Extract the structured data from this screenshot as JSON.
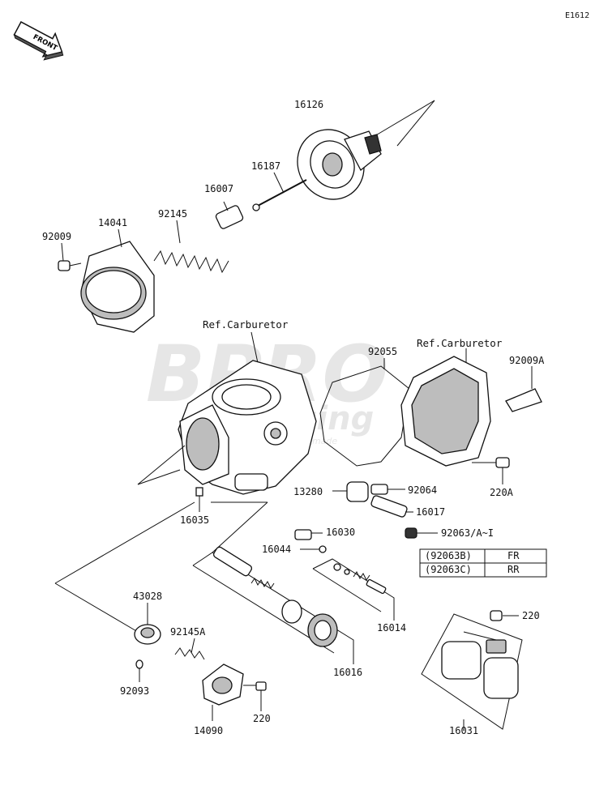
{
  "diagram": {
    "code": "E1612",
    "front_label": "FRONT",
    "references": [
      "Ref.Carburetor",
      "Ref.Carburetor"
    ],
    "parts": [
      "16126",
      "16187",
      "16007",
      "92145",
      "14041",
      "92009",
      "92055",
      "92009A",
      "220A",
      "13280",
      "92064",
      "16017",
      "92063/A~I",
      "16030",
      "16044",
      "16035",
      "16014",
      "220",
      "43028",
      "92145A",
      "92093",
      "220",
      "14090",
      "16016",
      "16031"
    ],
    "variant_table": {
      "rows": [
        {
          "code": "(92063B)",
          "region": "FR"
        },
        {
          "code": "(92063C)",
          "region": "RR"
        }
      ]
    },
    "watermark": {
      "brand": "BPRO",
      "tagline": "racing",
      "fine_print": "champions are made"
    }
  }
}
